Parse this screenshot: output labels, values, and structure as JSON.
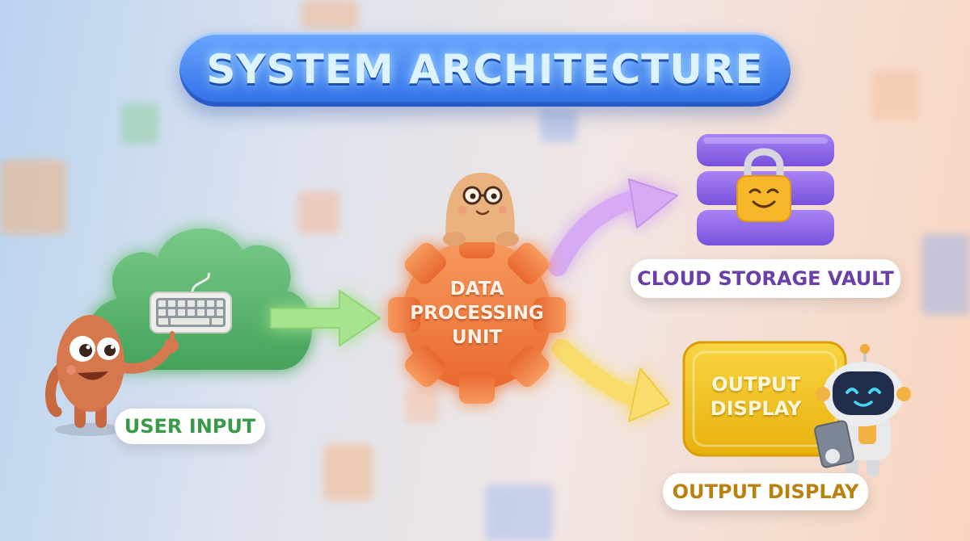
{
  "title": "SYSTEM ARCHITECTURE",
  "nodes": {
    "user_input": {
      "label": "USER INPUT",
      "color": "#3a9a48"
    },
    "processing": {
      "lines": [
        "DATA",
        "PROCESSING",
        "UNIT"
      ],
      "color": "#f07a3c"
    },
    "storage": {
      "label": "CLOUD STORAGE VAULT",
      "color": "#8a62e0"
    },
    "output": {
      "screen_lines": [
        "OUTPUT",
        "DISPLAY"
      ],
      "label": "OUTPUT DISPLAY",
      "color": "#f2c21a"
    }
  },
  "edges": [
    {
      "from": "user_input",
      "to": "processing",
      "color": "#9ee08c"
    },
    {
      "from": "processing",
      "to": "storage",
      "color": "#d3a6f2"
    },
    {
      "from": "processing",
      "to": "output",
      "color": "#f7dc6b"
    }
  ],
  "icons": [
    "keyboard-icon",
    "lock-icon",
    "gear-icon",
    "cloud-icon",
    "robot-icon",
    "tablet-icon"
  ]
}
